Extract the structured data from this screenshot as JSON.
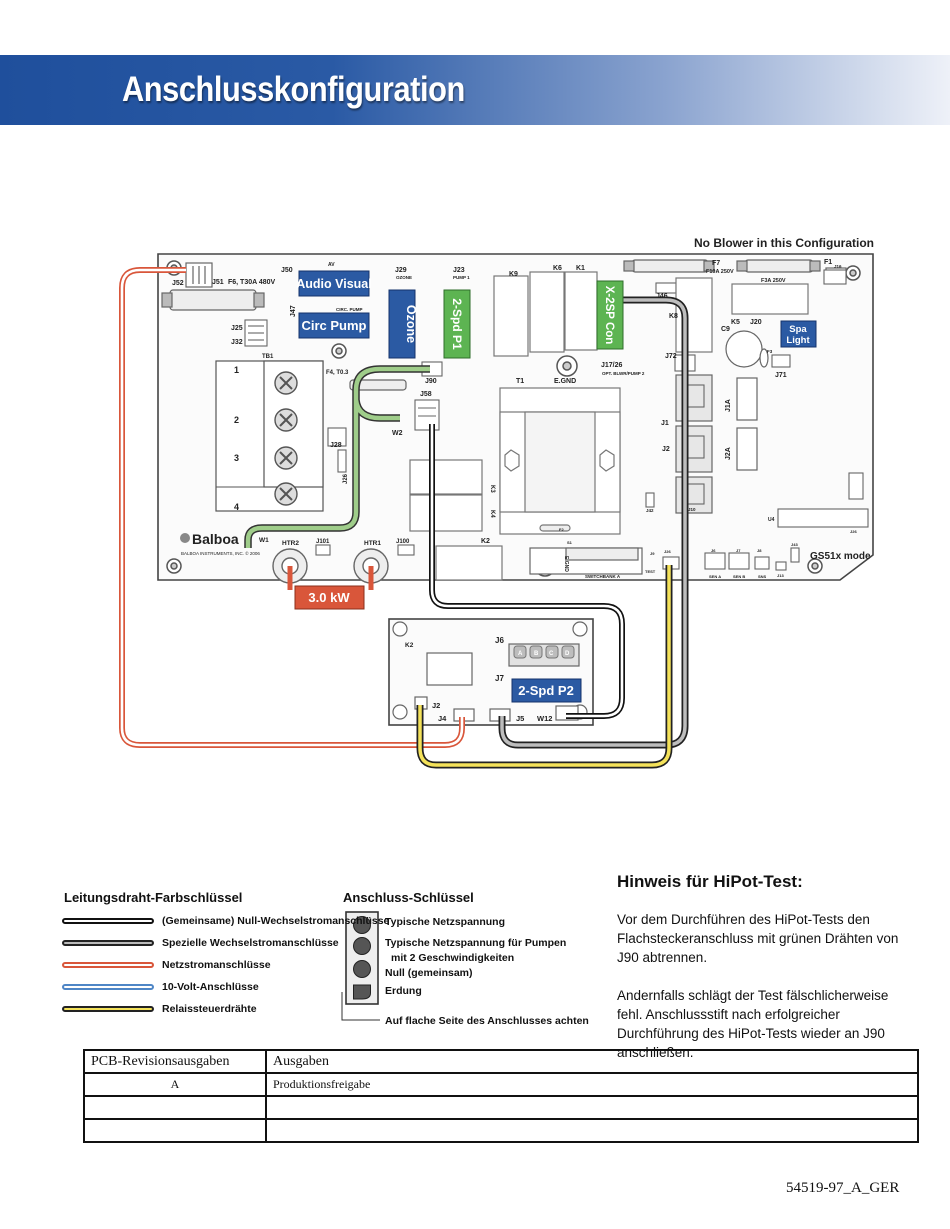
{
  "header": {
    "title": "Anschlusskonfiguration"
  },
  "diagram": {
    "config_note": "No Blower in this Configuration",
    "board_labels": {
      "j52": "J52",
      "j51": "J51",
      "f6": "F6, T30A 480V",
      "j50": "J50",
      "av": "AV",
      "audio_visual": "Audio Visual",
      "j47": "J47",
      "circ_pump_small": "CIRC. PUMP",
      "circ_pump": "Circ Pump",
      "j29": "J29",
      "ozone_small": "OZONE",
      "ozone": "Ozone",
      "j23": "J23",
      "pump1_small": "PUMP 1",
      "p1": "2-Spd P1",
      "k9": "K9",
      "k6": "K6",
      "k1": "K1",
      "x2sp": "X-2SP Con",
      "j17": "J17/26",
      "j17_small": "OPT. BLWR/PUMP 2",
      "f7": "F7",
      "f10a": "F10A 250V",
      "f3a": "F3A 250V",
      "f1": "F1",
      "j16": "J16",
      "j46": "J46",
      "k8": "K8",
      "c9": "C9",
      "k5": "K5",
      "j20": "J20",
      "spa": "Spa",
      "light": "Light",
      "f3": "F3",
      "j71": "J71",
      "j72": "J72",
      "j1": "J1",
      "j2": "J2",
      "j1a": "J1A",
      "j2a": "J2A",
      "j10": "J10",
      "j42": "J42",
      "u4": "U4",
      "j26b": "J26",
      "tb1": "TB1",
      "tb_1": "1",
      "tb_2": "2",
      "tb_3": "3",
      "tb_4": "4",
      "j25": "J25",
      "j32": "J32",
      "f4": "F4, T0.3",
      "j90": "J90",
      "j58": "J58",
      "w2": "W2",
      "j28": "J28",
      "j26": "J26",
      "t1": "T1",
      "egnd": "E.GND",
      "egnd2": "E.GND",
      "k3": "K3",
      "k4": "K4",
      "k2": "K2",
      "f2": "F2",
      "s1": "S1",
      "switchbank": "SWITCHBANK A",
      "test": "TEST",
      "sena": "SEN A",
      "senb": "SEN B",
      "sns": "SNS",
      "j6b": "J6",
      "j7b": "J7",
      "j8b": "J8",
      "j9": "J9",
      "j26c": "J26",
      "j13": "J13",
      "j43": "J43",
      "gs51x": "GS51x mode",
      "balboa": "Balboa",
      "balboa_small": "BALBOA INSTRUMENTS, INC. © 2006",
      "w1": "W1",
      "htr2": "HTR2",
      "j101": "J101",
      "htr1": "HTR1",
      "j100": "J100",
      "heater": "3.0 kW"
    },
    "aux_board": {
      "k2": "K2",
      "j6": "J6",
      "j7": "J7",
      "p2": "2-Spd P2",
      "j2": "J2",
      "j4": "J4",
      "j5": "J5",
      "w12": "W12",
      "pins": [
        "A",
        "B",
        "C",
        "D"
      ]
    }
  },
  "wire_legend": {
    "title": "Leitungsdraht-Farbschlüssel",
    "items": [
      {
        "label": "(Gemeinsame) Null-Wechselstromanschlüsse",
        "color": "#111111",
        "fill": "#ffffff"
      },
      {
        "label": "Spezielle Wechselstromanschlüsse",
        "color": "#222222",
        "fill": "#bbbbbb"
      },
      {
        "label": "Netzstromanschlüsse",
        "color": "#d9563a",
        "fill": "#ffffff"
      },
      {
        "label": "10-Volt-Anschlüsse",
        "color": "#4f86c6",
        "fill": "#ffffff"
      },
      {
        "label": "Relaissteuerdrähte",
        "color": "#222222",
        "fill": "#f4e25a"
      }
    ]
  },
  "connector_key": {
    "title": "Anschluss-Schlüssel",
    "items": [
      "Typische Netzspannung",
      "Typische Netzspannung für Pumpen",
      "mit 2 Geschwindigkeiten",
      "Null (gemeinsam)",
      "Erdung"
    ],
    "note": "Auf flache Seite des Anschlusses achten"
  },
  "hipot": {
    "title": "Hinweis für HiPot-Test:",
    "para1": "Vor dem Durchführen des HiPot-Tests den Flachsteckeranschluss mit grünen Drähten von J90 abtrennen.",
    "para2": "Andernfalls schlägt der Test fälschlicherweise fehl. Anschlussstift nach erfolgreicher Durchführung des HiPot-Tests wieder an J90 anschließen."
  },
  "revision_table": {
    "headers": [
      "PCB-Revisionsausgaben",
      "Ausgaben"
    ],
    "rows": [
      [
        "A",
        "Produktionsfreigabe"
      ],
      [
        "",
        ""
      ],
      [
        "",
        ""
      ]
    ]
  },
  "doc_number": "54519-97_A_GER",
  "colors": {
    "banner": "#1f4f9c",
    "label_blue": "#2b5aa3",
    "label_green": "#5db452",
    "heater_red": "#d9563a",
    "wire_red": "#d9563a",
    "wire_green": "#9fcd8a",
    "wire_yellow": "#f4e25a"
  }
}
